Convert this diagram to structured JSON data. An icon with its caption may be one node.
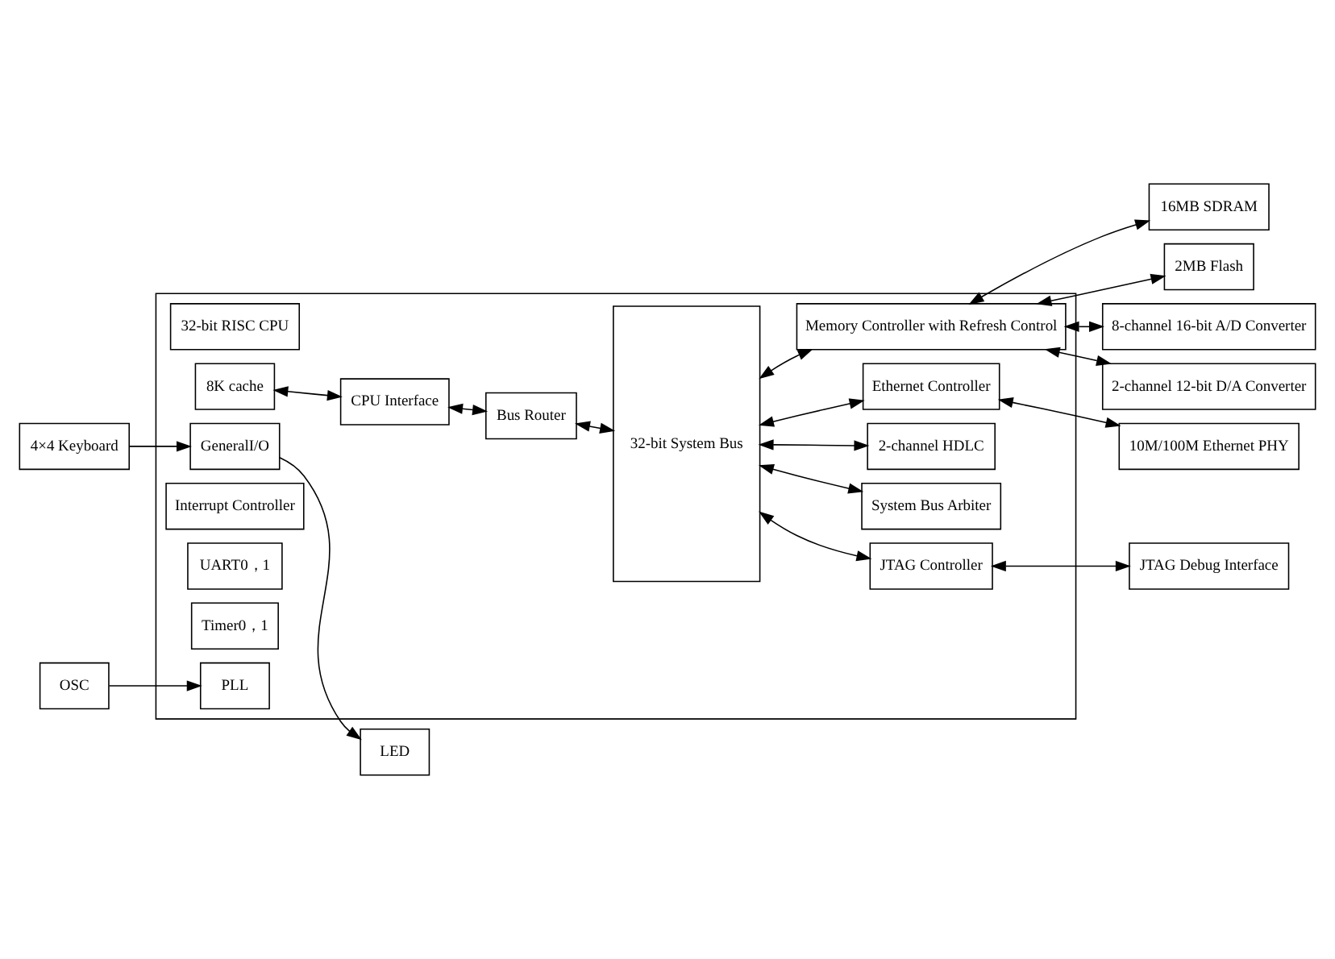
{
  "diagram": {
    "nodes": [
      {
        "text": [],
        "shape": "box"
      },
      {
        "text": [
          "32-bit RISC CPU"
        ],
        "in": 0
      },
      {
        "text": [
          "CPU Interface"
        ],
        "in": 0
      },
      {
        "text": [
          "8K cache"
        ],
        "in": 0
      },
      {
        "text": [
          "Bus Router"
        ],
        "in": 0
      },
      {
        "text": [
          "GeneralI/O"
        ],
        "in": 0
      },
      {
        "text": [
          "Interrupt Controller"
        ],
        "in": 0
      },
      {
        "text": [
          "UART0，1"
        ],
        "in": 0
      },
      {
        "text": [
          "Timer0，1"
        ],
        "in": 0
      },
      {
        "text": [
          "PLL"
        ],
        "in": 0
      },
      {
        "text": [
          "32-bit System Bus"
        ],
        "in": 0
      },
      {
        "text": [
          "Memory Controller with Refresh Control"
        ],
        "in": 0
      },
      {
        "text": [
          "System Bus Arbiter"
        ],
        "in": 0
      },
      {
        "text": [
          "2-channel HDLC"
        ],
        "in": 0
      },
      {
        "text": [
          "Ethernet Controller"
        ],
        "in": 0
      },
      {
        "text": [
          "JTAG Controller"
        ],
        "in": 0
      },
      {
        "text": [
          "16MB SDRAM"
        ]
      },
      {
        "text": [
          "2MB Flash"
        ]
      },
      {
        "text": [
          "8-channel 16-bit A/D Converter"
        ]
      },
      {
        "text": [
          "2-channel 12-bit D/A Converter"
        ]
      },
      {
        "text": [
          "10M/100M Ethernet PHY"
        ]
      },
      {
        "text": [
          "JTAG Debug Interface"
        ]
      },
      {
        "text": [
          "LED"
        ]
      },
      {
        "text": [
          "4×4 Keyboard"
        ]
      },
      {
        "text": [
          "OSC"
        ]
      }
    ],
    "edges": [
      {
        "from": 2,
        "to": 4,
        "arrow": "both"
      },
      {
        "from": 3,
        "to": 2,
        "arrow": "both"
      },
      {
        "from": 4,
        "to": 10,
        "arrow": "both"
      },
      {
        "from": 10,
        "to": 11,
        "arrow": "both"
      },
      {
        "from": 10,
        "to": 12,
        "arrow": "both"
      },
      {
        "from": 10,
        "to": 13,
        "arrow": "both"
      },
      {
        "from": 10,
        "to": 14,
        "arrow": "both"
      },
      {
        "from": 10,
        "to": 15,
        "arrow": "both"
      },
      {
        "from": 11,
        "to": 16,
        "arrow": "both"
      },
      {
        "from": 11,
        "to": 17,
        "arrow": "both"
      },
      {
        "from": 11,
        "to": 18,
        "arrow": "both"
      },
      {
        "from": 11,
        "to": 19,
        "arrow": "both"
      },
      {
        "from": 14,
        "to": 20,
        "arrow": "both"
      },
      {
        "from": 15,
        "to": 21,
        "arrow": "both"
      },
      {
        "from": 5,
        "to": 22,
        "arrow": "to"
      },
      {
        "from": 23,
        "to": 5,
        "arrow": "to"
      },
      {
        "from": 24,
        "to": 9,
        "arrow": "to"
      }
    ]
  }
}
